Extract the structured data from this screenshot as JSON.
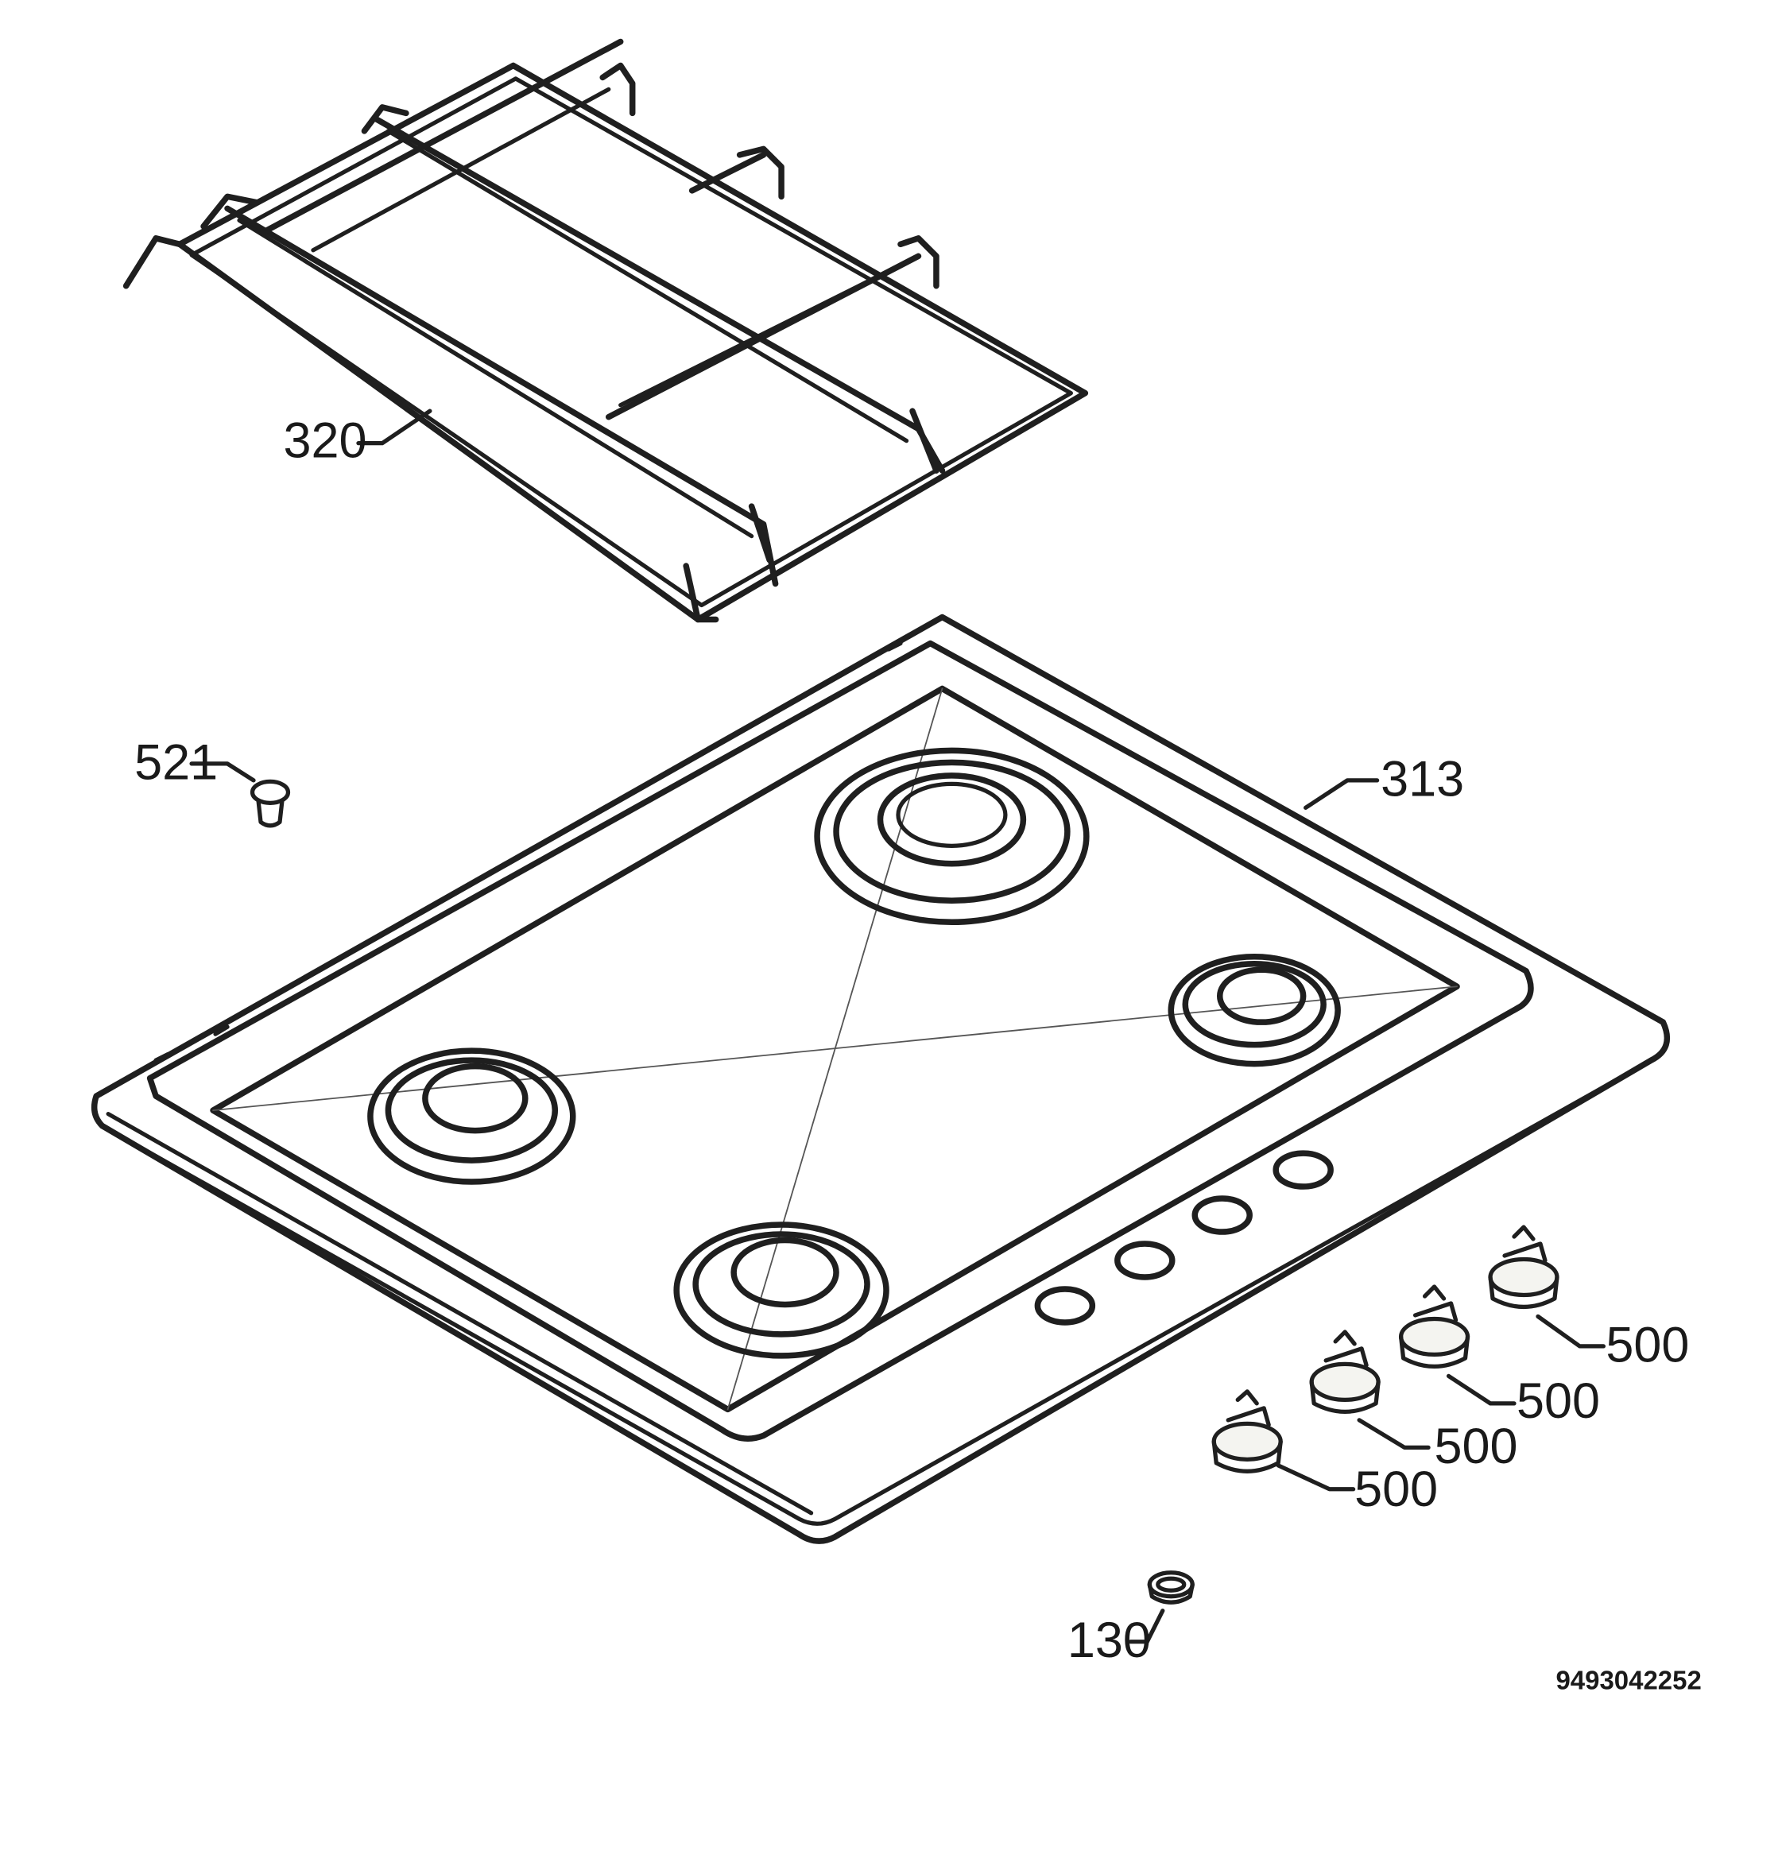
{
  "labels": {
    "grid": "320",
    "screw": "521",
    "hob": "313",
    "knob1": "500",
    "knob2": "500",
    "knob3": "500",
    "knob4": "500",
    "ring": "130"
  },
  "document_number": "9493042252",
  "colors": {
    "line": "#1f1f1f",
    "background": "#ffffff"
  }
}
